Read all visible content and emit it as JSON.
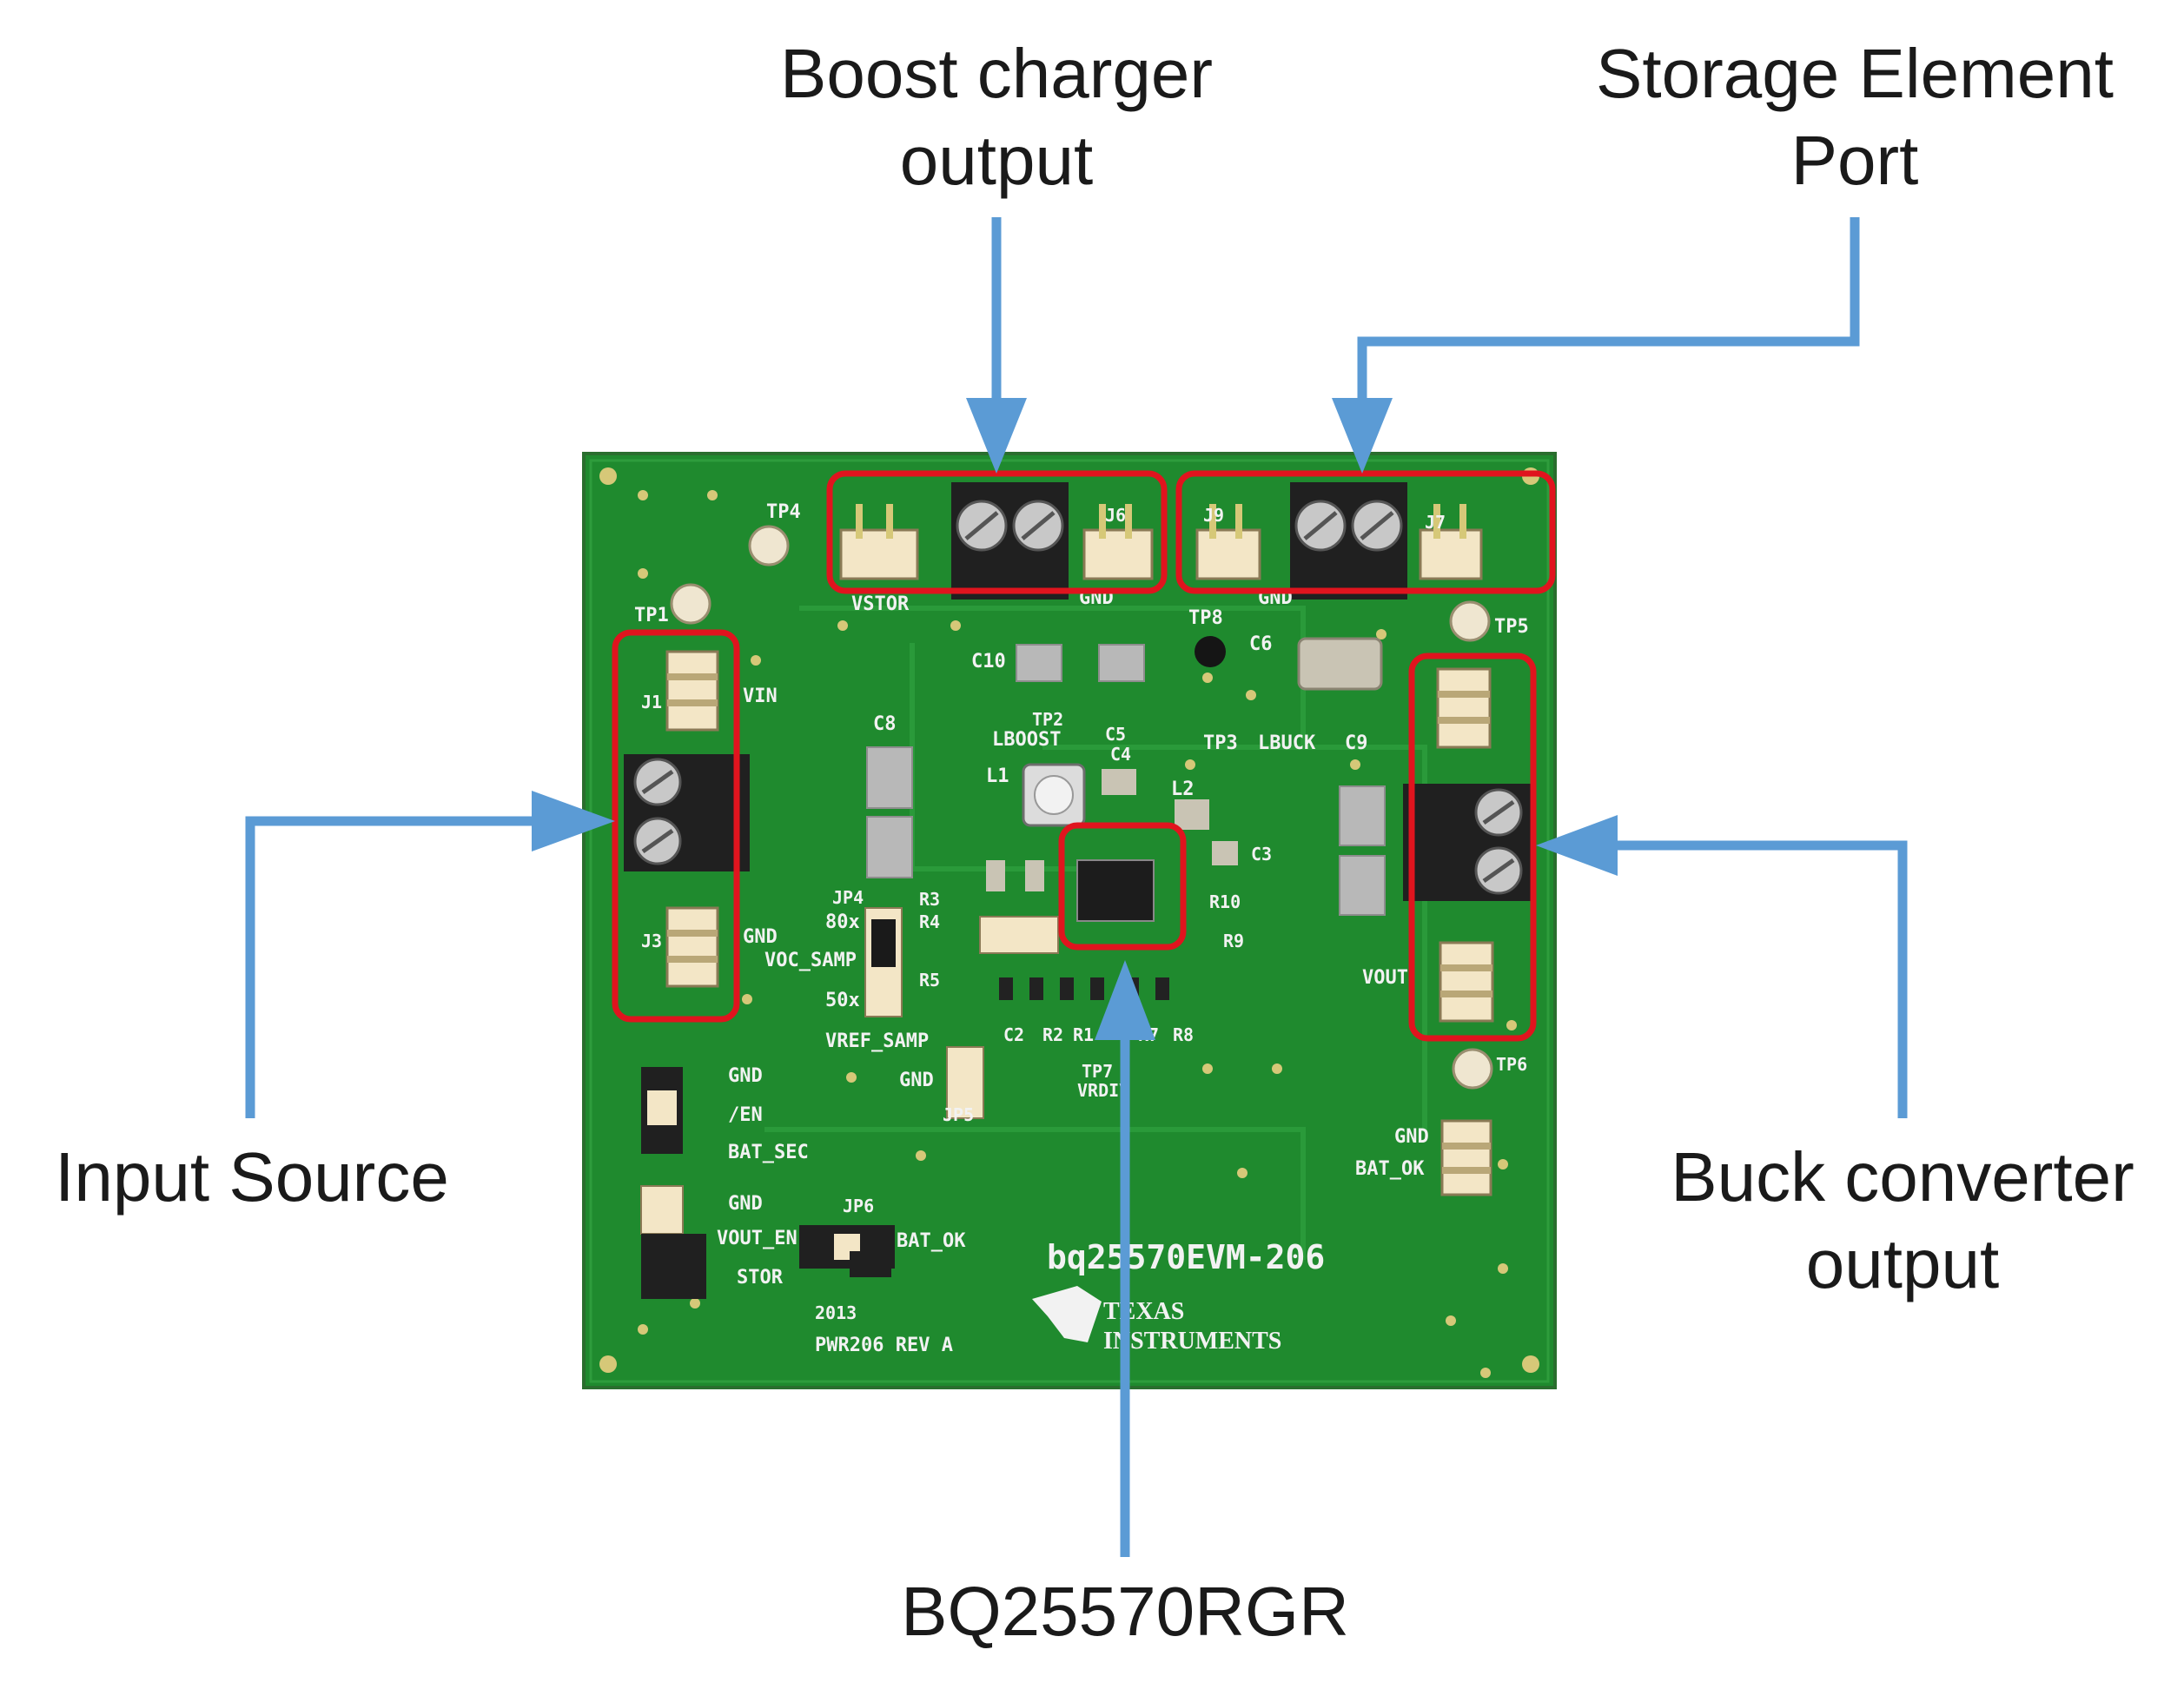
{
  "callouts": {
    "boost": [
      "Boost charger",
      "output"
    ],
    "storage": [
      "Storage Element",
      "Port"
    ],
    "input": [
      "Input Source"
    ],
    "buck": [
      "Buck converter",
      "output"
    ],
    "ic": [
      "BQ25570RGR"
    ]
  },
  "board_labels": {
    "tp4": "TP4",
    "tp1": "TP1",
    "tp8": "TP8",
    "tp5": "TP5",
    "tp2": "TP2",
    "tp3": "TP3",
    "tp6": "TP6",
    "tp7": "TP7",
    "vstor": "VSTOR",
    "gnd_top": "GND",
    "gnd_top2": "GND",
    "j6": "J6",
    "j9": "J9",
    "j7": "J7",
    "vin": "VIN",
    "j1": "J1",
    "j3": "J3",
    "gnd_left": "GND",
    "voc_samp": "VOC_SAMP",
    "c10": "C10",
    "c6": "C6",
    "c8": "C8",
    "c5": "C5",
    "c4": "C4",
    "c9": "C9",
    "c3": "C3",
    "lboost": "LBOOST",
    "lbuck": "LBUCK",
    "l1": "L1",
    "l2": "L2",
    "jp4": "JP4",
    "r3": "R3",
    "r4": "R4",
    "r5": "R5",
    "r10": "R10",
    "r9": "R9",
    "x80": "80x",
    "x50": "50x",
    "vref_samp": "VREF_SAMP",
    "gnd_jp5": "GND",
    "jp5": "JP5",
    "r2": "R2",
    "c2": "C2",
    "r1": "R1",
    "r7": "R7",
    "r8": "R8",
    "vrdiv": "VRDIV",
    "vout": "VOUT",
    "gnd_right": "GND",
    "bat_ok_right": "BAT_OK",
    "gnd1": "GND",
    "en": "/EN",
    "bat_sec": "BAT_SEC",
    "gnd2": "GND",
    "vout_en": "VOUT_EN",
    "stor": "STOR",
    "jp6": "JP6",
    "bat_ok": "BAT_OK",
    "year": "2013",
    "rev": "PWR206 REV A",
    "model": "bq25570EVM-206",
    "brand1": "TEXAS",
    "brand2": "INSTRUMENTS"
  },
  "colors": {
    "board": "#1f8a2e",
    "board_dark": "#16702a",
    "arrow": "#5b9bd5",
    "highlight": "#e0141e"
  }
}
